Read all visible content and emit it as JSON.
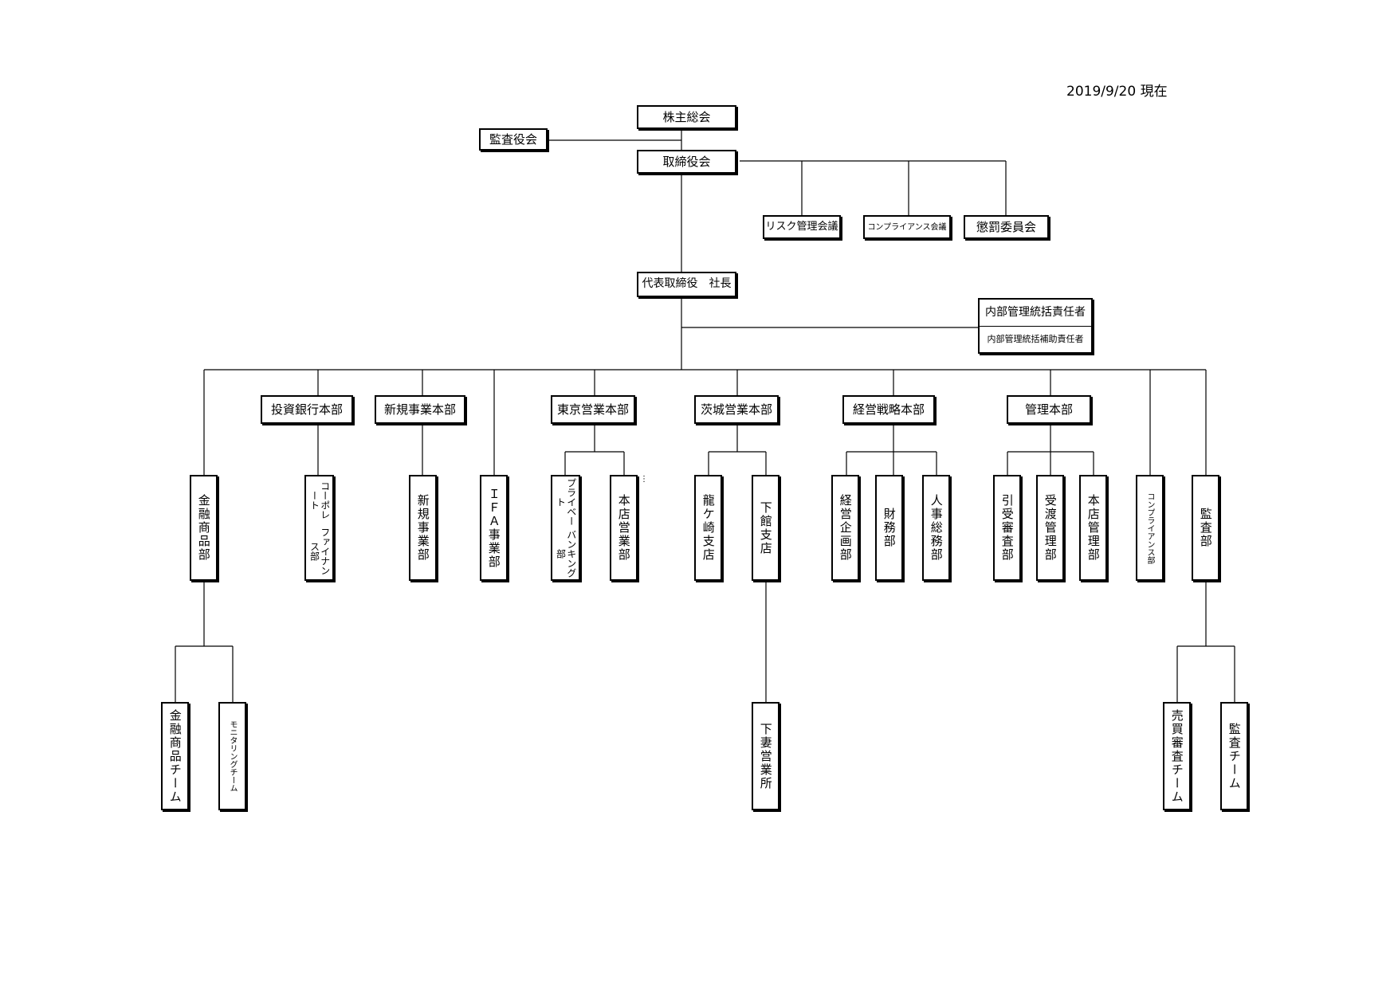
{
  "date": "2019/9/20 現在",
  "dots": "⋮",
  "nodes": {
    "shareholders": "株主総会",
    "auditors": "監査役会",
    "board": "取締役会",
    "risk": "リスク管理会議",
    "compliance_mtg": "コンプライアンス会議",
    "discipline": "懲罰委員会",
    "president": "代表取締役　社長",
    "internal_mgmt": "内部管理統括責任者",
    "internal_mgmt_asst": "内部管理統括補助責任者",
    "ib_hq": "投資銀行本部",
    "newbiz_hq": "新規事業本部",
    "tokyo_hq": "東京営業本部",
    "ibaraki_hq": "茨城営業本部",
    "strategy_hq": "経営戦略本部",
    "admin_hq": "管理本部",
    "fin_products": "金融商品部",
    "corp_finance_1": "コーポレート",
    "corp_finance_2": "ファイナンス部",
    "newbiz_dept": "新規事業部",
    "ifa": "ＩＦＡ事業部",
    "private_1": "プライベート",
    "private_2": "バンキング部",
    "hq_sales": "本店営業部",
    "ryugasaki": "龍ケ崎支店",
    "shimodate": "下館支店",
    "planning": "経営企画部",
    "finance": "財務部",
    "hr": "人事総務部",
    "underwriting": "引受審査部",
    "settlement": "受渡管理部",
    "hq_admin": "本店管理部",
    "compliance_dept": "コンプライアンス部",
    "audit_dept": "監査部",
    "fin_team": "金融商品チーム",
    "monitoring": "モニタリングチーム",
    "shimotsuma": "下妻営業所",
    "trade_review": "売買審査チーム",
    "audit_team": "監査チーム"
  }
}
